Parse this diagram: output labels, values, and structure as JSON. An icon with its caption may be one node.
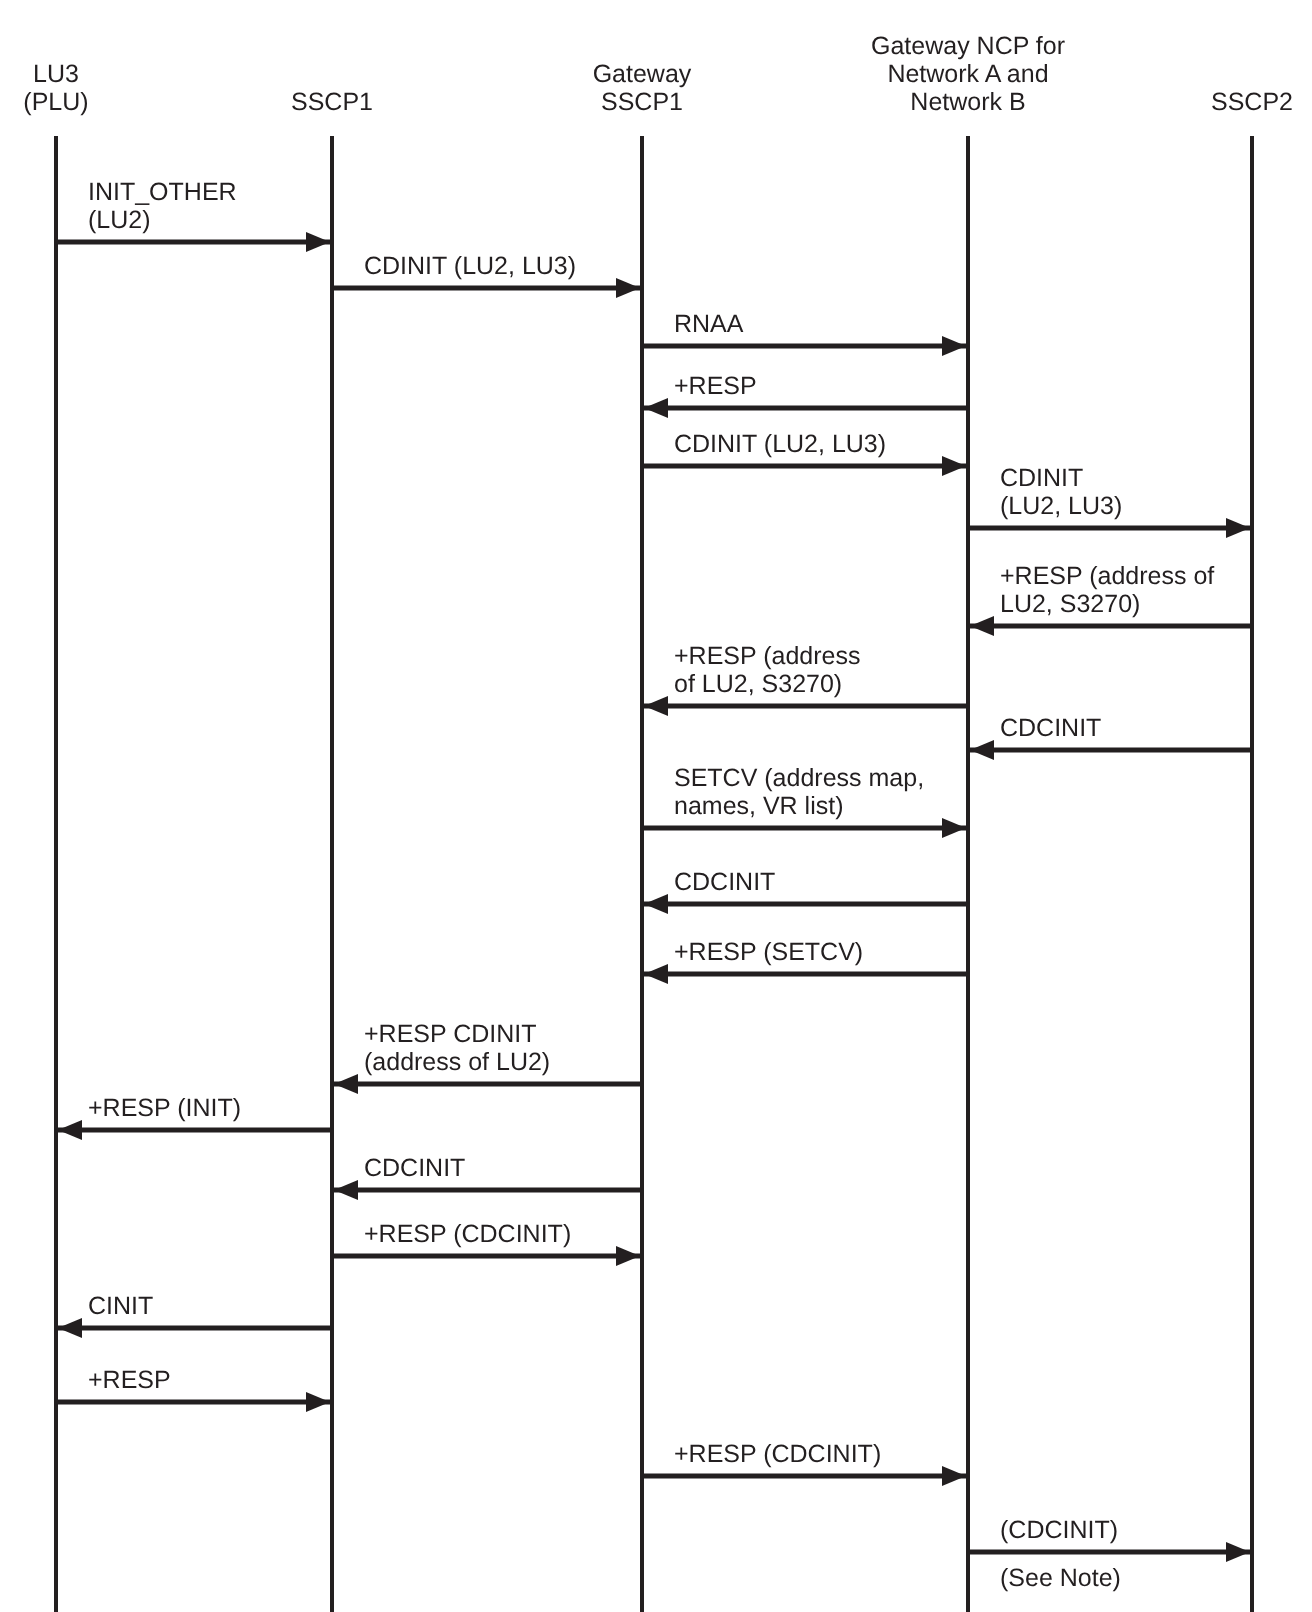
{
  "diagram": {
    "nodes": [
      {
        "text": [
          "LU3 (PLU)"
        ]
      },
      {
        "text": [
          "SSCP1"
        ]
      },
      {
        "text": [
          "Gateway SSCP1"
        ]
      },
      {
        "text": [
          "Gateway NCP for Network A and Network B"
        ]
      },
      {
        "text": [
          "SSCP2"
        ]
      }
    ],
    "edges": [
      {
        "from": 0,
        "to": 1,
        "arrow": "to",
        "label": "INIT_OTHER (LU2)"
      },
      {
        "from": 1,
        "to": 2,
        "arrow": "to",
        "label": "CDINIT (LU2, LU3)"
      },
      {
        "from": 2,
        "to": 3,
        "arrow": "to",
        "label": "RNAA"
      },
      {
        "from": 3,
        "to": 2,
        "arrow": "to",
        "label": "+RESP"
      },
      {
        "from": 2,
        "to": 3,
        "arrow": "to",
        "label": "CDINIT (LU2, LU3)"
      },
      {
        "from": 3,
        "to": 4,
        "arrow": "to",
        "label": "CDINIT (LU2, LU3)"
      },
      {
        "from": 4,
        "to": 3,
        "arrow": "to",
        "label": "+RESP (address of LU2, S3270)"
      },
      {
        "from": 3,
        "to": 2,
        "arrow": "to",
        "label": "+RESP (address of LU2, S3270)"
      },
      {
        "from": 4,
        "to": 3,
        "arrow": "to",
        "label": "CDCINIT"
      },
      {
        "from": 2,
        "to": 3,
        "arrow": "to",
        "label": "SETCV (address map, names, VR list)"
      },
      {
        "from": 3,
        "to": 2,
        "arrow": "to",
        "label": "CDCINIT"
      },
      {
        "from": 3,
        "to": 2,
        "arrow": "to",
        "label": "+RESP (SETCV)"
      },
      {
        "from": 2,
        "to": 1,
        "arrow": "to",
        "label": "+RESP CDINIT (address of LU2)"
      },
      {
        "from": 1,
        "to": 0,
        "arrow": "to",
        "label": "+RESP (INIT)"
      },
      {
        "from": 2,
        "to": 1,
        "arrow": "to",
        "label": "CDCINIT"
      },
      {
        "from": 1,
        "to": 2,
        "arrow": "to",
        "label": "+RESP (CDCINIT)"
      },
      {
        "from": 1,
        "to": 0,
        "arrow": "to",
        "label": "CINIT"
      },
      {
        "from": 0,
        "to": 1,
        "arrow": "to",
        "label": "+RESP"
      },
      {
        "from": 2,
        "to": 3,
        "arrow": "to",
        "label": "+RESP (CDCINIT)"
      },
      {
        "from": 3,
        "to": 4,
        "arrow": "to",
        "label": "(CDCINIT)"
      }
    ],
    "labels": [
      "(See Note)"
    ]
  }
}
